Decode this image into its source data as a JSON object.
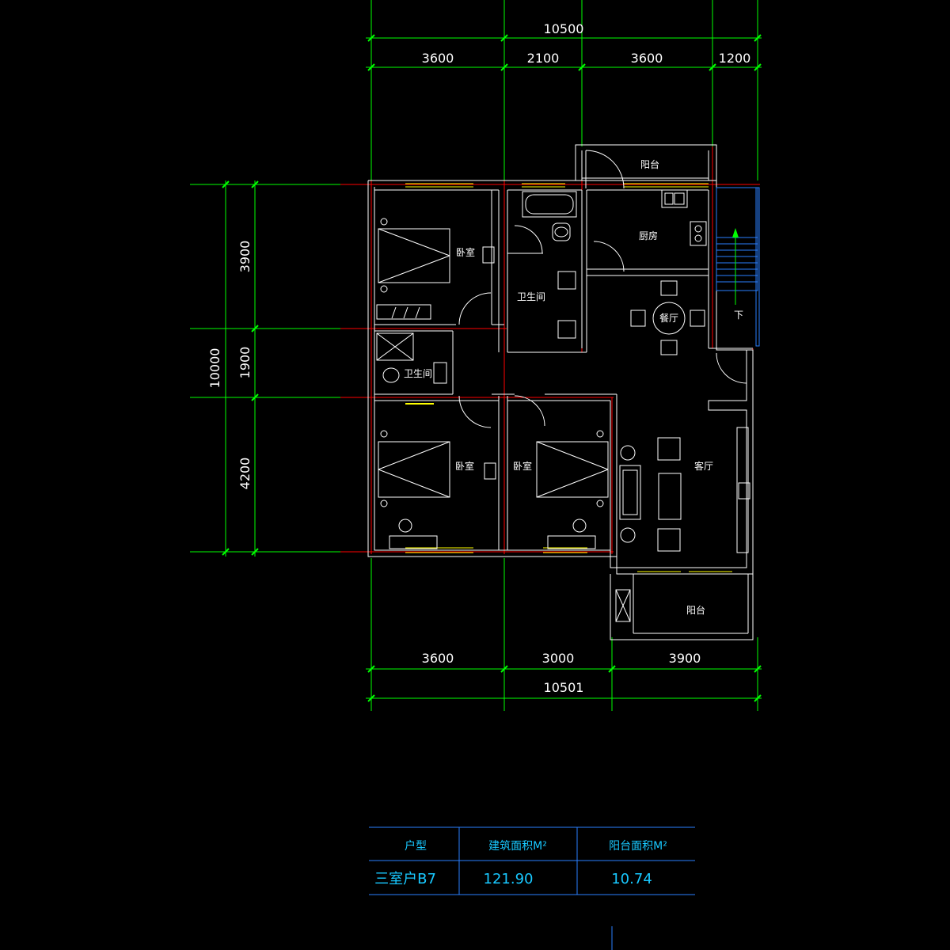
{
  "dimensions": {
    "top_total": "10500",
    "top_segments": [
      "3600",
      "2100",
      "3600",
      "1200"
    ],
    "bottom_segments": [
      "3600",
      "3000",
      "3900"
    ],
    "bottom_total": "10501",
    "left_total": "10000",
    "left_segments": [
      "3900",
      "1900",
      "4200"
    ]
  },
  "rooms": {
    "balcony_top": "阳台",
    "kitchen": "厨房",
    "bedroom_1": "卧室",
    "bathroom_main": "卫生间",
    "dining": "餐厅",
    "stair_down": "下",
    "bathroom_small": "卫生间",
    "bedroom_2": "卧室",
    "bedroom_3": "卧室",
    "living": "客厅",
    "balcony_bottom": "阳台"
  },
  "table": {
    "headers": [
      "户型",
      "建筑面积M²",
      "阳台面积M²"
    ],
    "row": [
      "三室户B7",
      "121.90",
      "10.74"
    ]
  },
  "colors": {
    "background": "#000000",
    "dimension_lines": "#00ff00",
    "walls": "#ffffff",
    "axis_lines": "#ff0000",
    "windows": "#ffff00",
    "table": "#18c8ff"
  }
}
